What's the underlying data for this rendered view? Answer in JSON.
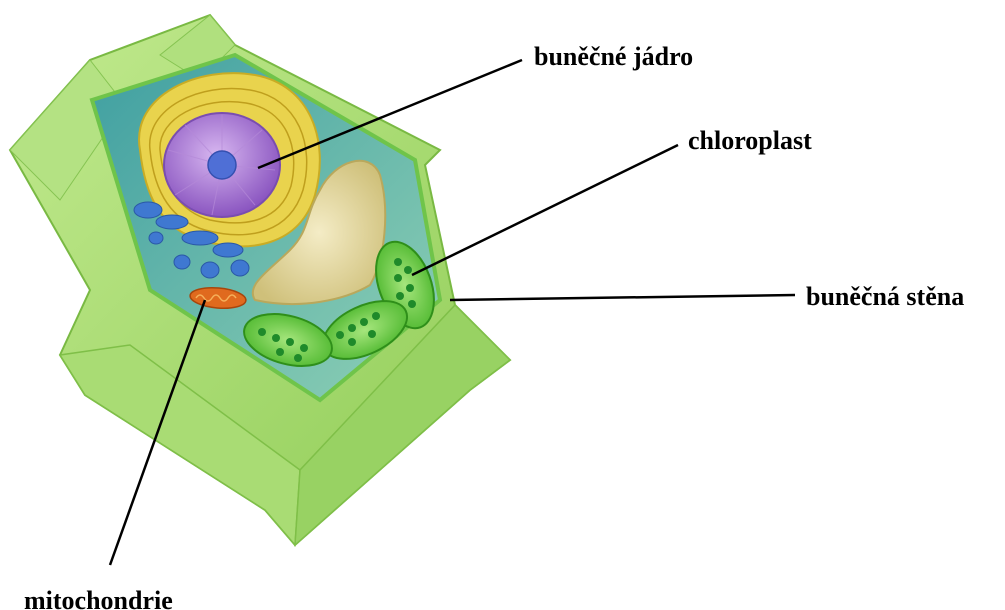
{
  "labels": {
    "nucleus": "buněčné jádro",
    "chloroplast": "chloroplast",
    "cell_wall": "buněčná stěna",
    "mitochondria": "mitochondrie"
  },
  "colors": {
    "cell_wall": "#9ed867",
    "cell_wall_dark": "#6fae3c",
    "cytoplasm": "#6fbfa6",
    "nucleus": "#a87ccf",
    "nucleolus": "#4f6fd6",
    "vacuole": "#e8dca2",
    "chloroplast": "#57c63a",
    "golgi": "#3f78d1",
    "er": "#e8d24a",
    "mitochondrion": "#e06a1e",
    "leader_line": "#000000"
  }
}
